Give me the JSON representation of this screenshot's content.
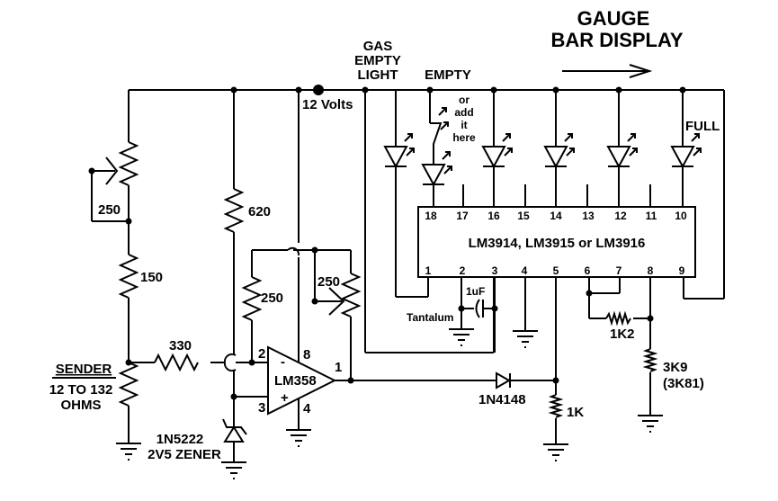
{
  "title": [
    "GAUGE",
    "BAR DISPLAY"
  ],
  "labels": {
    "gas_empty_light": [
      "GAS",
      "EMPTY",
      "LIGHT"
    ],
    "empty": "EMPTY",
    "or_add_it_here": [
      "or",
      "add",
      "it",
      "here"
    ],
    "full": "FULL",
    "supply": "12 Volts",
    "tantalum": "Tantalum",
    "sender": "SENDER",
    "sender_range": [
      "12 TO 132",
      "OHMS"
    ]
  },
  "ic": {
    "name": "LM3914, LM3915 or LM3916",
    "top_pins": [
      "18",
      "17",
      "16",
      "15",
      "14",
      "13",
      "12",
      "11",
      "10"
    ],
    "bottom_pins": [
      "1",
      "2",
      "3",
      "4",
      "5",
      "6",
      "7",
      "8",
      "9"
    ]
  },
  "opamp": {
    "name": "LM358",
    "pins": {
      "inv": "2",
      "noninv": "3",
      "out": "1",
      "vcc": "8",
      "gnd": "4"
    },
    "minus": "-",
    "plus": "+"
  },
  "components": {
    "pot_left": "250",
    "r150": "150",
    "r620": "620",
    "r330": "330",
    "r250_fb": "250",
    "pot_fb": "250",
    "cap": "1uF",
    "r1k2": "1K2",
    "r3k9": [
      "3K9",
      "(3K81)"
    ],
    "r1k": "1K",
    "diode": "1N4148",
    "zener": [
      "1N5222",
      "2V5 ZENER"
    ]
  }
}
